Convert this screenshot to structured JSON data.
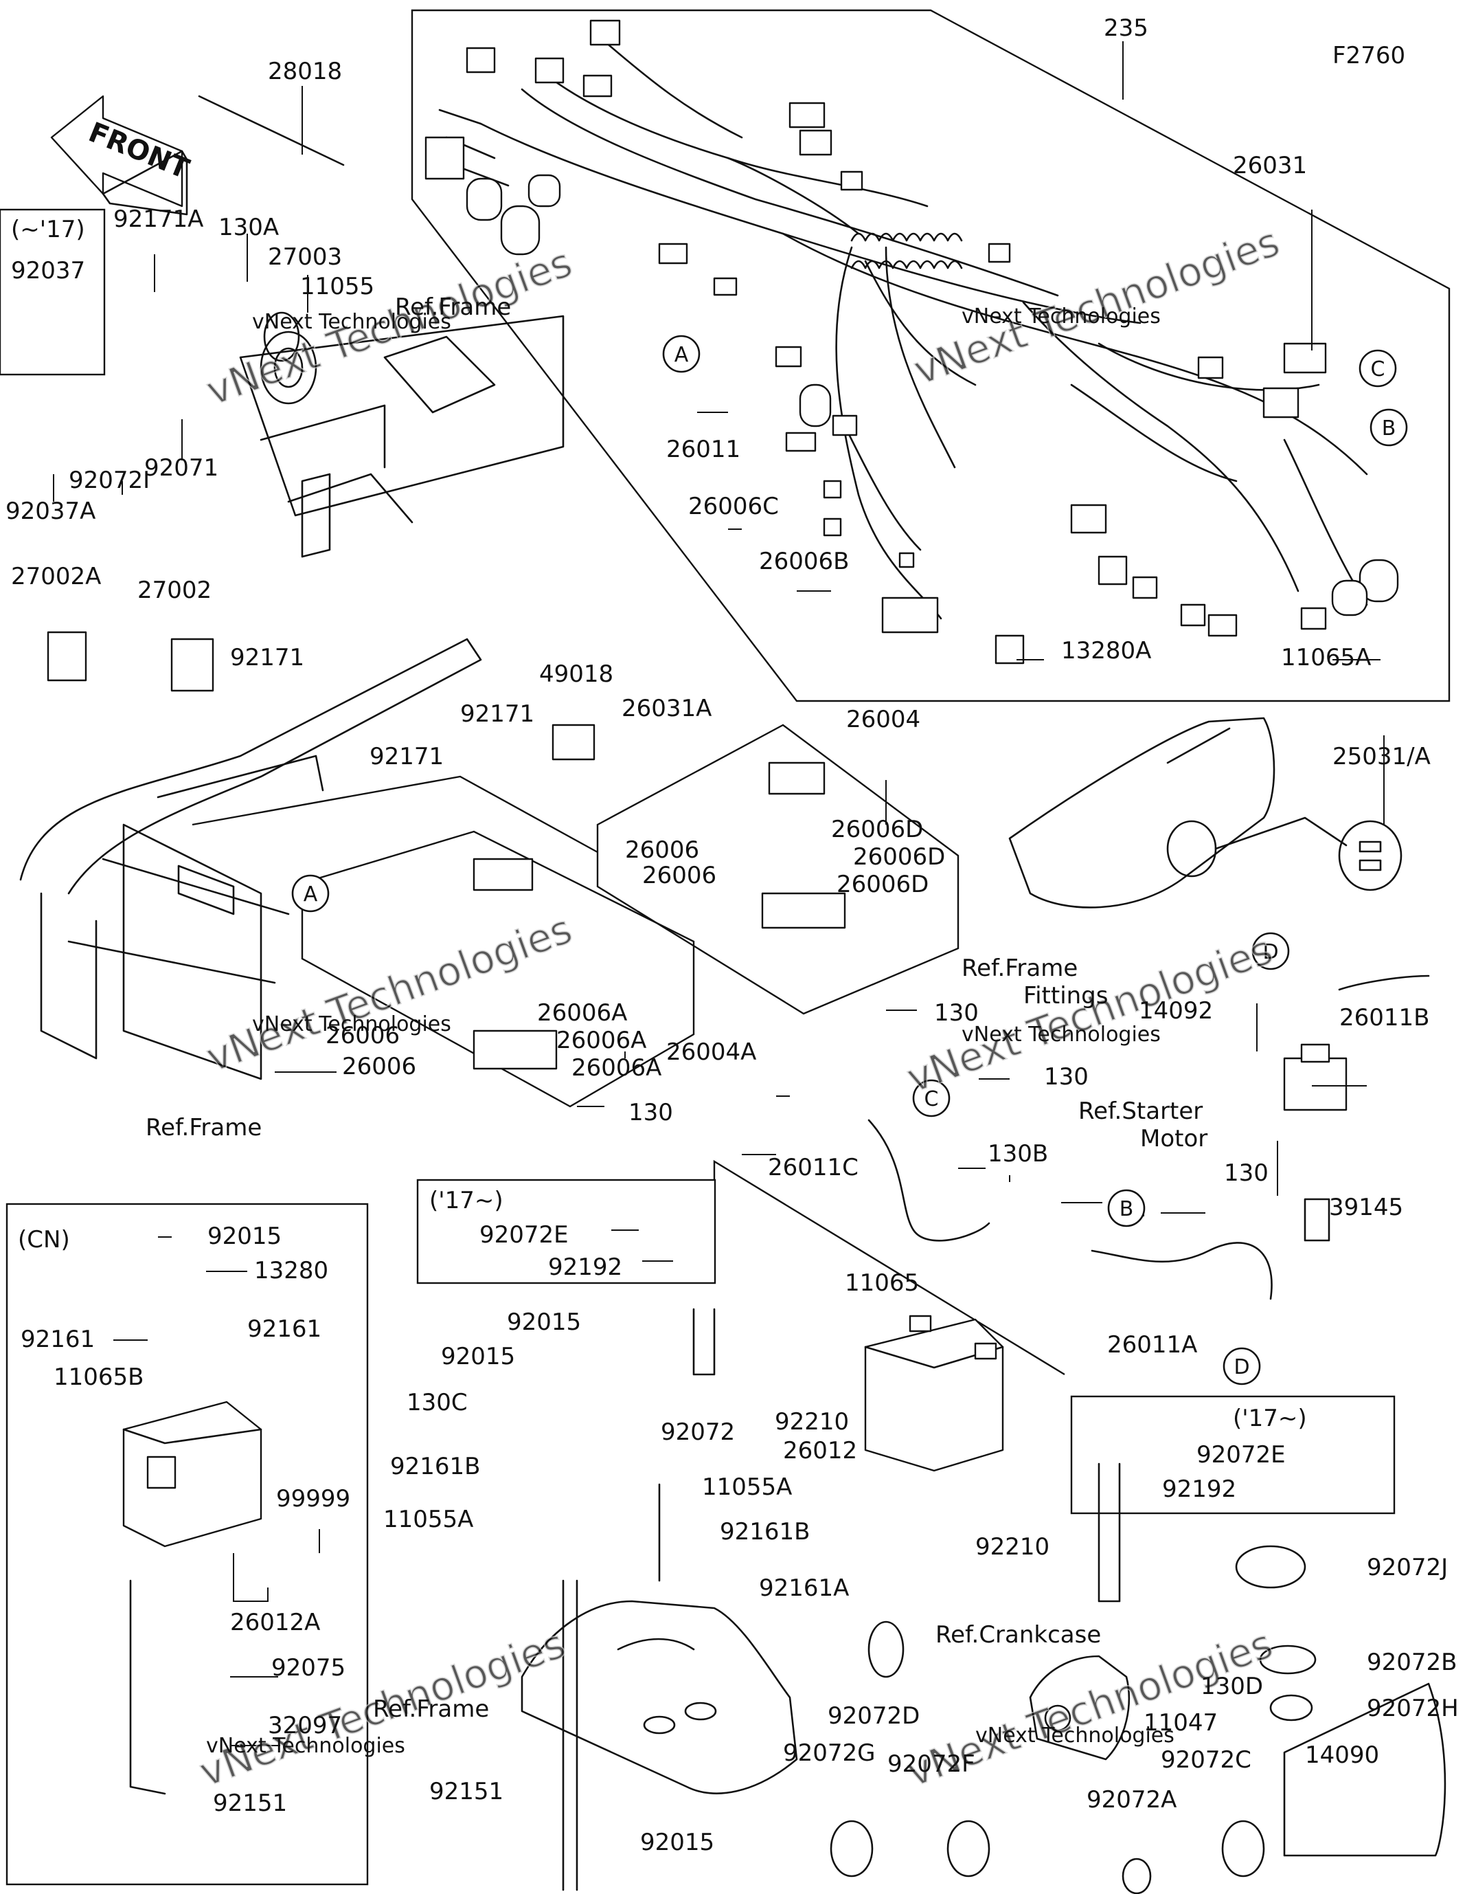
{
  "figure_code": "F2760",
  "front_label": "FRONT",
  "watermark_text": "vNext Technologies",
  "condition_labels": {
    "until_17": "(~'17)",
    "from_17_left": "('17~)",
    "from_17_right": "('17~)",
    "cn": "(CN)"
  },
  "callouts": [
    "A",
    "B",
    "C",
    "D"
  ],
  "ref_labels": {
    "frame_top": "Ref.Frame",
    "frame_left": "Ref.Frame",
    "frame_bottom": "Ref.Frame",
    "frame_fittings_1": "Ref.Frame",
    "frame_fittings_2": "Fittings",
    "starter_motor_1": "Ref.Starter",
    "starter_motor_2": "Motor",
    "crankcase": "Ref.Crankcase"
  },
  "part_numbers": [
    "28018",
    "235",
    "26031",
    "130A",
    "27003",
    "11055",
    "92171A",
    "92037",
    "92071",
    "92072I",
    "92037A",
    "27002A",
    "27002",
    "92171",
    "92171",
    "92171",
    "26011",
    "26006C",
    "26006B",
    "13280A",
    "11065A",
    "49018",
    "26031A",
    "26004",
    "26006",
    "26006D",
    "26006",
    "26006D",
    "26006D",
    "25031/A",
    "26006",
    "26006A",
    "26006",
    "26006A",
    "26006A",
    "14092",
    "26011B",
    "26004A",
    "130",
    "130",
    "130",
    "130",
    "130B",
    "26011C",
    "39145",
    "92015",
    "13280",
    "92161",
    "92161",
    "11065B",
    "99999",
    "26012A",
    "92075",
    "32097",
    "92151",
    "92072E",
    "92192",
    "92015",
    "92015",
    "130C",
    "92072",
    "92161B",
    "11055A",
    "11055A",
    "92161B",
    "11065",
    "26011A",
    "92210",
    "26012",
    "92210",
    "92072E",
    "92192",
    "92161A",
    "92072J",
    "92072B",
    "92072H",
    "130D",
    "11047",
    "92072D",
    "92072G",
    "92072F",
    "92072C",
    "92072A",
    "14090",
    "92151",
    "92015"
  ]
}
